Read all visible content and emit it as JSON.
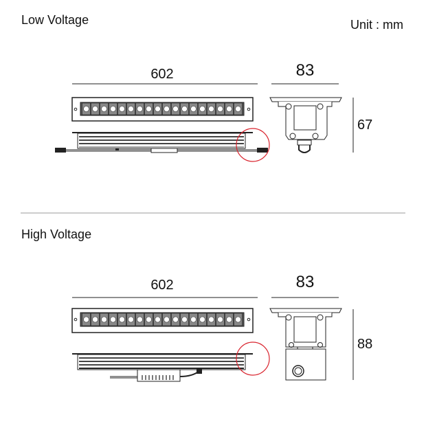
{
  "sections": [
    {
      "title": "Low Voltage",
      "length": "602",
      "width": "83",
      "height": "67",
      "led_count": 18
    },
    {
      "title": "High Voltage",
      "length": "602",
      "width": "83",
      "height": "88",
      "led_count": 18
    }
  ],
  "unit_label": "Unit : mm",
  "colors": {
    "line": "#222222",
    "highlight": "#d9232d",
    "divider": "#999999"
  }
}
